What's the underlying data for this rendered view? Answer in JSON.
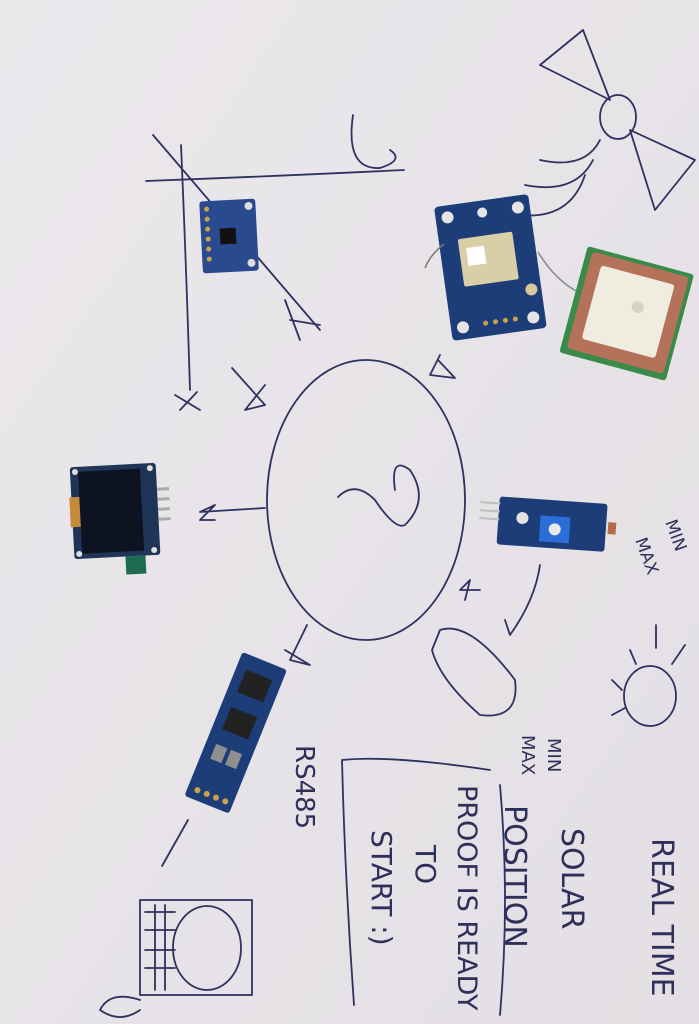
{
  "notes": {
    "real_time": "REAL TIME",
    "solar": "SOLAR",
    "position": "POSITION",
    "proof_is_ready": "PROOF IS READY",
    "to": "TO",
    "start": "START :)",
    "min": "MIN",
    "max": "MAX",
    "sensor_min": "MIN",
    "sensor_max": "MAX",
    "rs485": "RS485"
  },
  "colors": {
    "paper": "#e9e6ea",
    "ink": "#2f3160",
    "pcb_blue": "#1d3d78",
    "gps_antenna_ceramic": "#f1ece0",
    "gps_antenna_border": "#b5725a"
  }
}
